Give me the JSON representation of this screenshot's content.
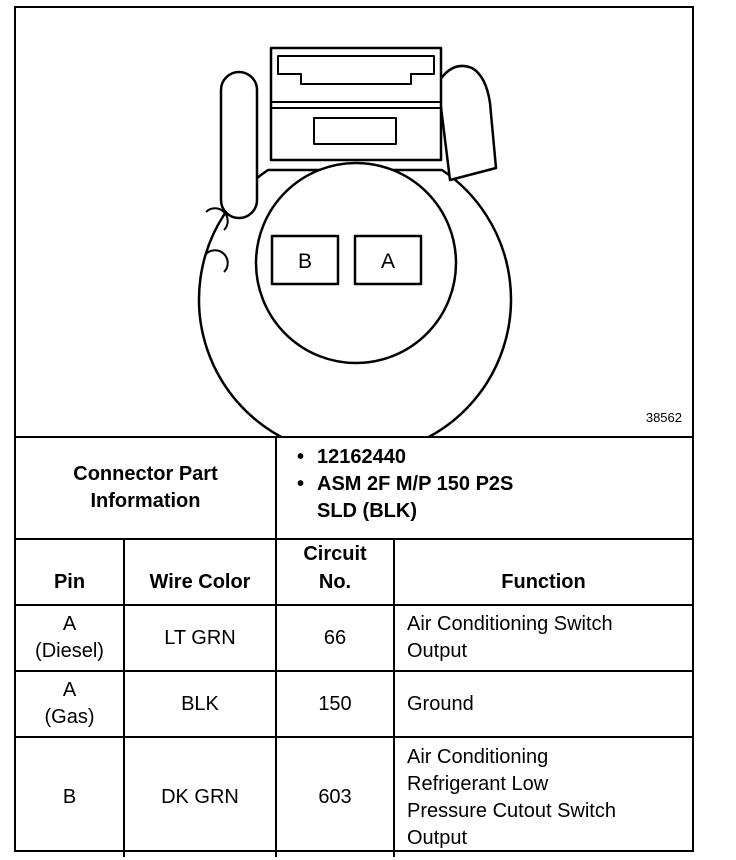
{
  "diagram": {
    "pin_labels": [
      "B",
      "A"
    ],
    "figure_id": "38562"
  },
  "connector_info": {
    "label_line1": "Connector Part",
    "label_line2": "Information",
    "items": [
      {
        "line1": "12162440",
        "line2": ""
      },
      {
        "line1": "ASM 2F M/P 150 P2S",
        "line2": "SLD (BLK)"
      }
    ]
  },
  "table": {
    "headers": {
      "pin": "Pin",
      "wire_color": "Wire Color",
      "circuit_line1": "Circuit",
      "circuit_line2": "No.",
      "function": "Function"
    },
    "rows": [
      {
        "pin_line1": "A",
        "pin_line2": "(Diesel)",
        "wire": "LT GRN",
        "circuit": "66",
        "function_lines": [
          "Air Conditioning Switch",
          "Output"
        ]
      },
      {
        "pin_line1": "A",
        "pin_line2": "(Gas)",
        "wire": "BLK",
        "circuit": "150",
        "function_lines": [
          "Ground"
        ]
      },
      {
        "pin_line1": "B",
        "pin_line2": "",
        "wire": "DK GRN",
        "circuit": "603",
        "function_lines": [
          "Air Conditioning",
          "Refrigerant Low",
          "Pressure Cutout Switch",
          "Output"
        ]
      }
    ]
  }
}
